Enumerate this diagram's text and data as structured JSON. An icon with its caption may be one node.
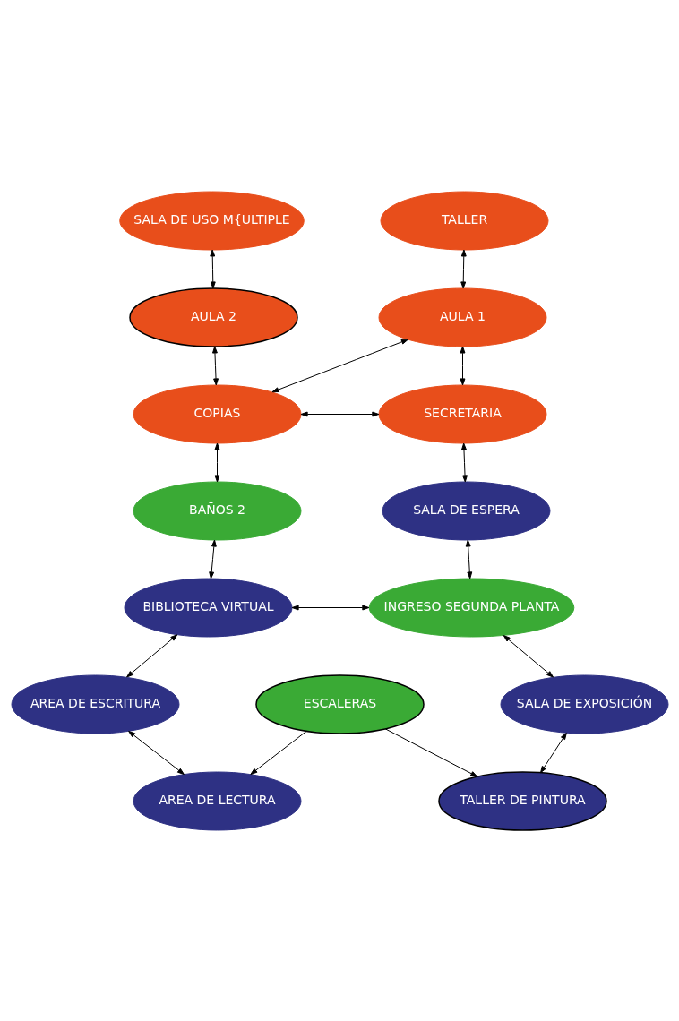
{
  "diagram": {
    "nodes": [
      {
        "text": [
          "SALA DE USO M{ULTIPLE"
        ]
      },
      {
        "text": [
          "TALLER"
        ]
      },
      {
        "text": [
          "AULA 2"
        ]
      },
      {
        "text": [
          "AULA 1"
        ]
      },
      {
        "text": [
          "COPIAS"
        ]
      },
      {
        "text": [
          "SECRETARIA"
        ]
      },
      {
        "text": [
          "BAÑOS 2"
        ]
      },
      {
        "text": [
          "SALA DE ESPERA"
        ]
      },
      {
        "text": [
          "BIBLIOTECA VIRTUAL"
        ]
      },
      {
        "text": [
          "INGRESO SEGUNDA PLANTA"
        ]
      },
      {
        "text": [
          "AREA DE ESCRITURA"
        ]
      },
      {
        "text": [
          "SALA DE EXPOSICIÓN"
        ]
      },
      {
        "text": [
          "ESCALERAS"
        ]
      },
      {
        "text": [
          "AREA DE LECTURA"
        ]
      },
      {
        "text": [
          "TALLER DE PINTURA"
        ]
      }
    ],
    "edges": [
      {
        "from": 0,
        "to": 2,
        "arrow": "both"
      },
      {
        "from": 1,
        "to": 3,
        "arrow": "both"
      },
      {
        "from": 2,
        "to": 4,
        "arrow": "both"
      },
      {
        "from": 4,
        "to": 3,
        "arrow": "both"
      },
      {
        "from": 4,
        "to": 5,
        "arrow": "both"
      },
      {
        "from": 3,
        "to": 5,
        "arrow": "both"
      },
      {
        "from": 4,
        "to": 6,
        "arrow": "both"
      },
      {
        "from": 5,
        "to": 7,
        "arrow": "both"
      },
      {
        "from": 6,
        "to": 8,
        "arrow": "both"
      },
      {
        "from": 7,
        "to": 9,
        "arrow": "both"
      },
      {
        "from": 8,
        "to": 9,
        "arrow": "both"
      },
      {
        "from": 8,
        "to": 10,
        "arrow": "both"
      },
      {
        "from": 9,
        "to": 11,
        "arrow": "both"
      },
      {
        "from": 10,
        "to": 13,
        "arrow": "both"
      },
      {
        "from": 11,
        "to": 14,
        "arrow": "both"
      },
      {
        "from": 12,
        "to": 13,
        "arrow": "to"
      },
      {
        "from": 12,
        "to": 14,
        "arrow": "to"
      }
    ]
  }
}
